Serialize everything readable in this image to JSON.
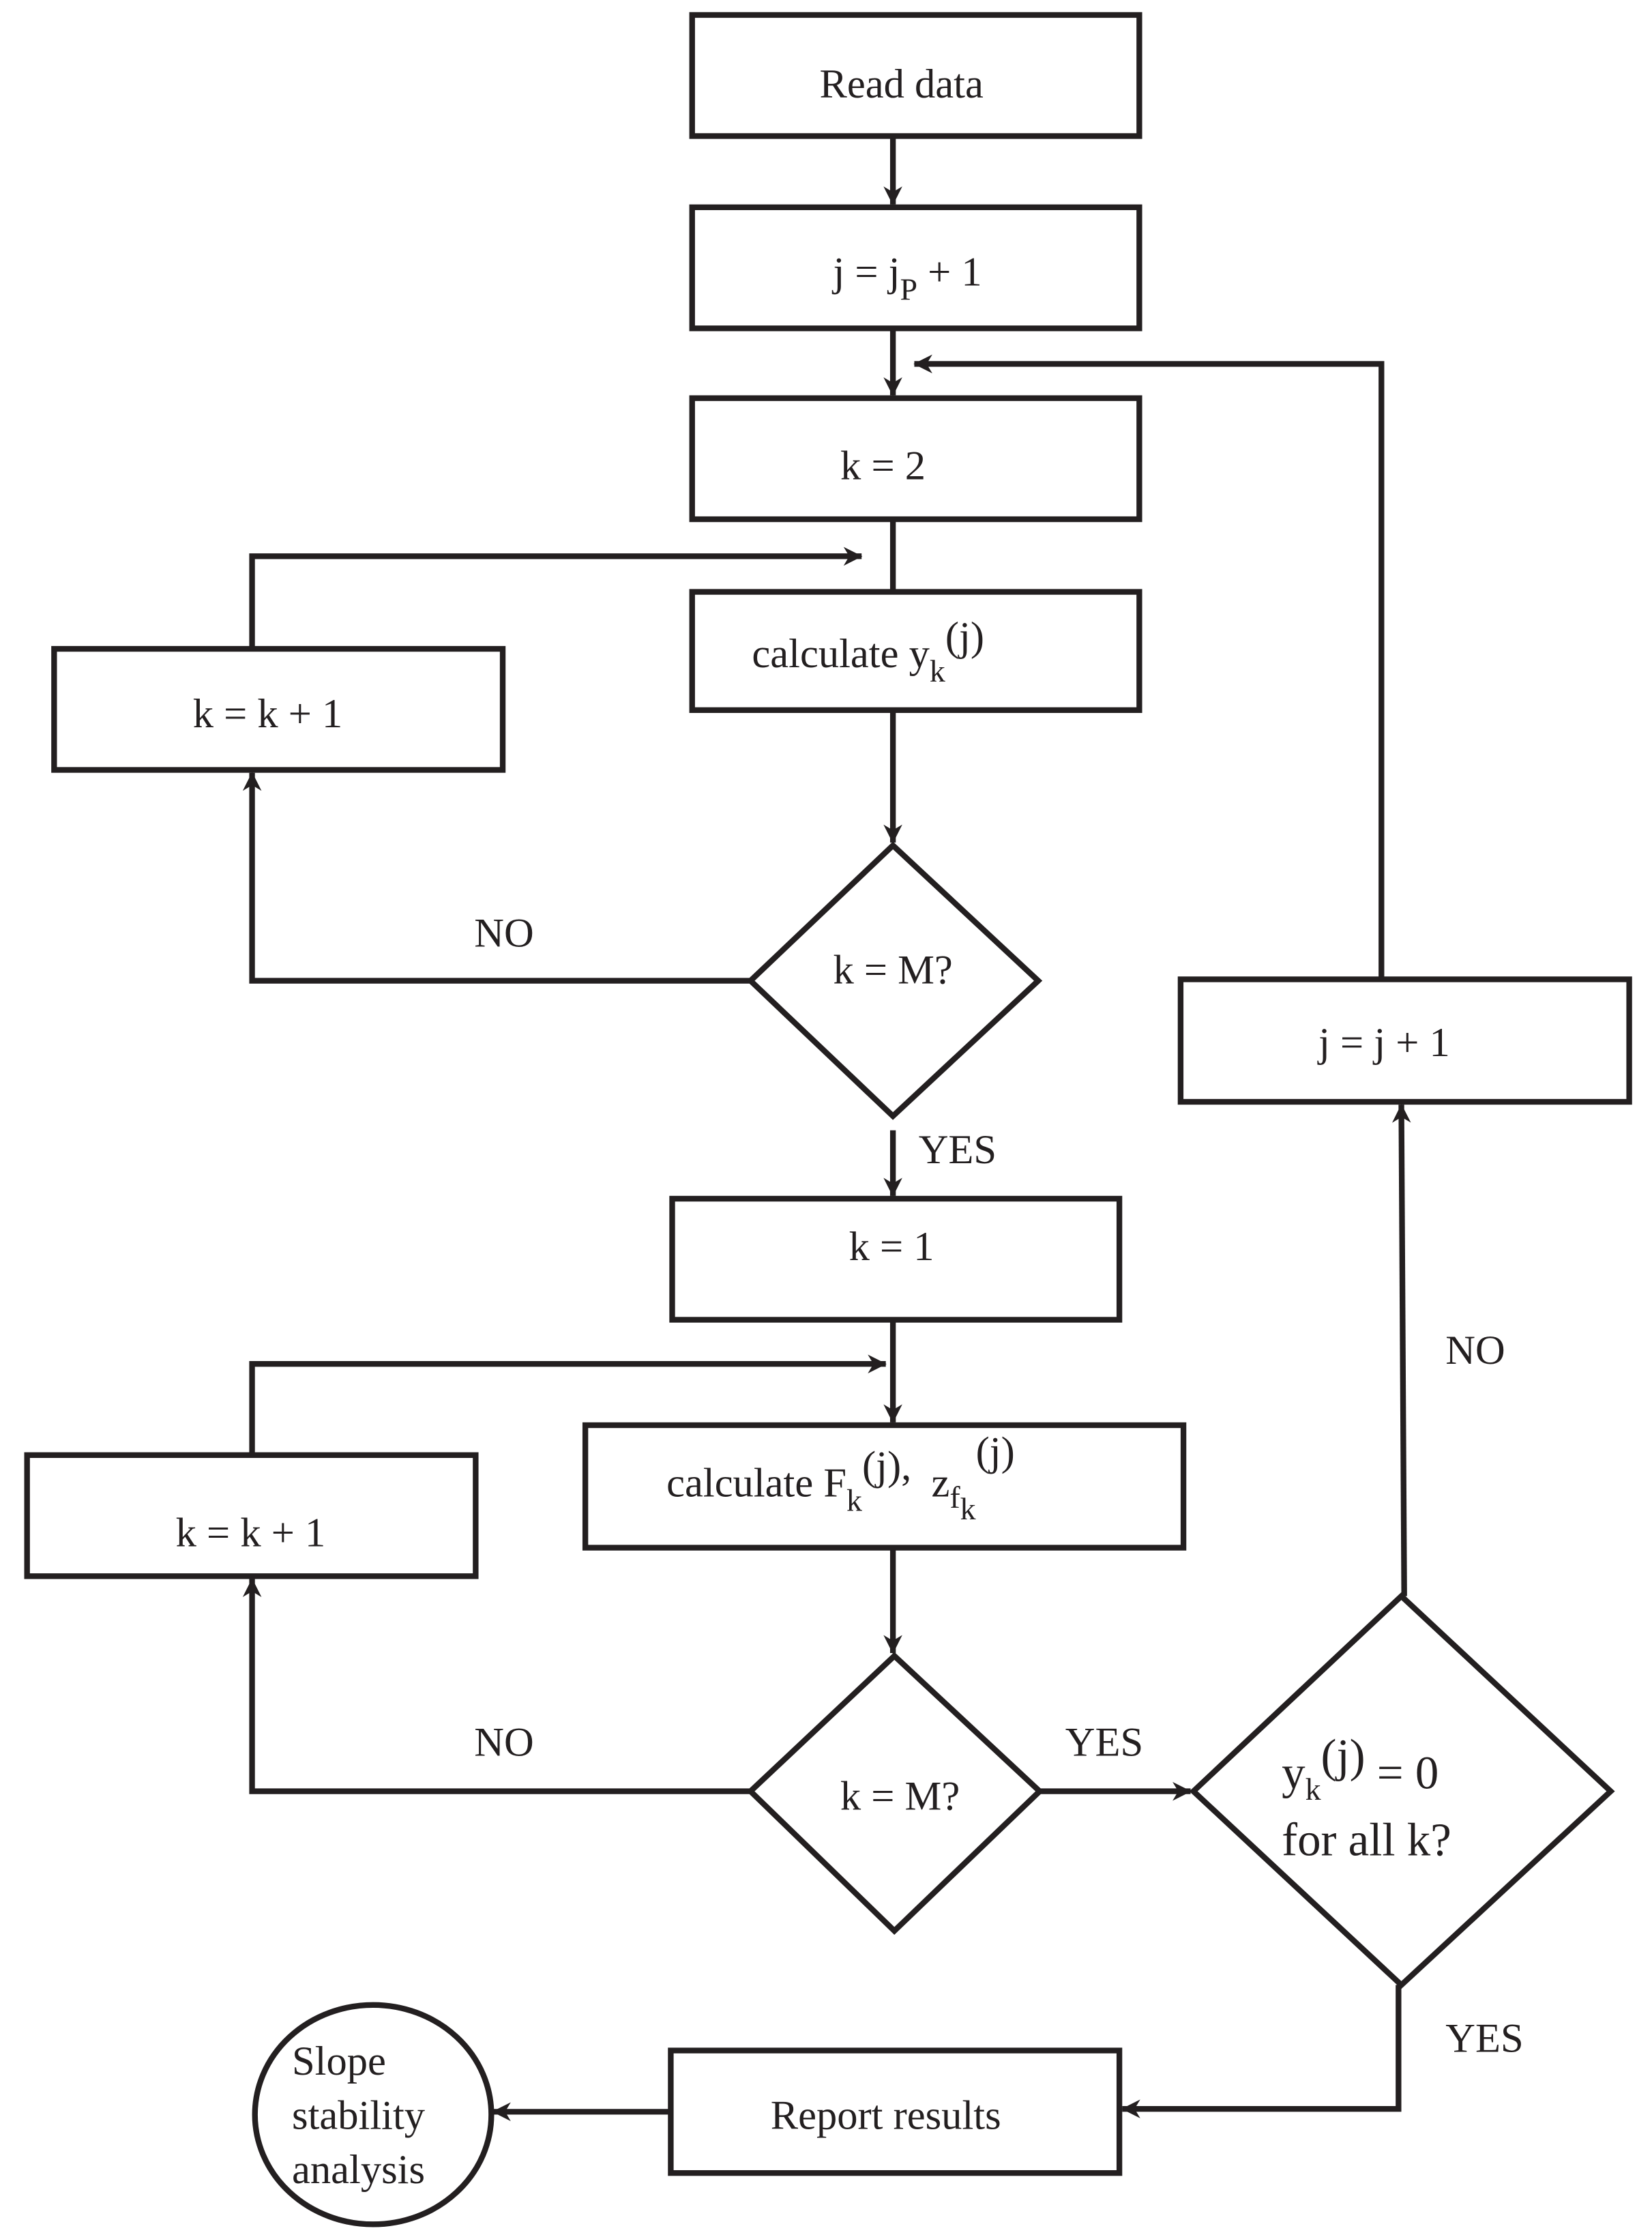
{
  "nodes": {
    "read_data": "Read data",
    "init_j": {
      "main": "j = j",
      "sub": "P",
      "tail": " + 1"
    },
    "init_k2": "k = 2",
    "calc_y": {
      "main": "calculate y",
      "sub": "k",
      "sup": "(j)"
    },
    "inc_k_top": "k = k + 1",
    "decision1": "k = M?",
    "init_k1": "k = 1",
    "calc_F": {
      "main": "calculate F",
      "sub": "k",
      "sup": "(j),",
      "main2": "z",
      "sub2": "f",
      "sub3": "k",
      "sup2": "(j)"
    },
    "inc_k_bottom": "k = k + 1",
    "decision2": "k = M?",
    "decision3": {
      "line1_main": "y",
      "line1_sub": "k",
      "line1_sup": "(j)",
      "line1_tail": " = 0",
      "line2": "for all k?"
    },
    "inc_j": "j = j + 1",
    "report": "Report results",
    "terminal": {
      "line1": "Slope",
      "line2": "stability",
      "line3": "analysis"
    }
  },
  "labels": {
    "no1": "NO",
    "yes1": "YES",
    "no2": "NO",
    "yes2": "YES",
    "no3": "NO",
    "yes3": "YES"
  }
}
